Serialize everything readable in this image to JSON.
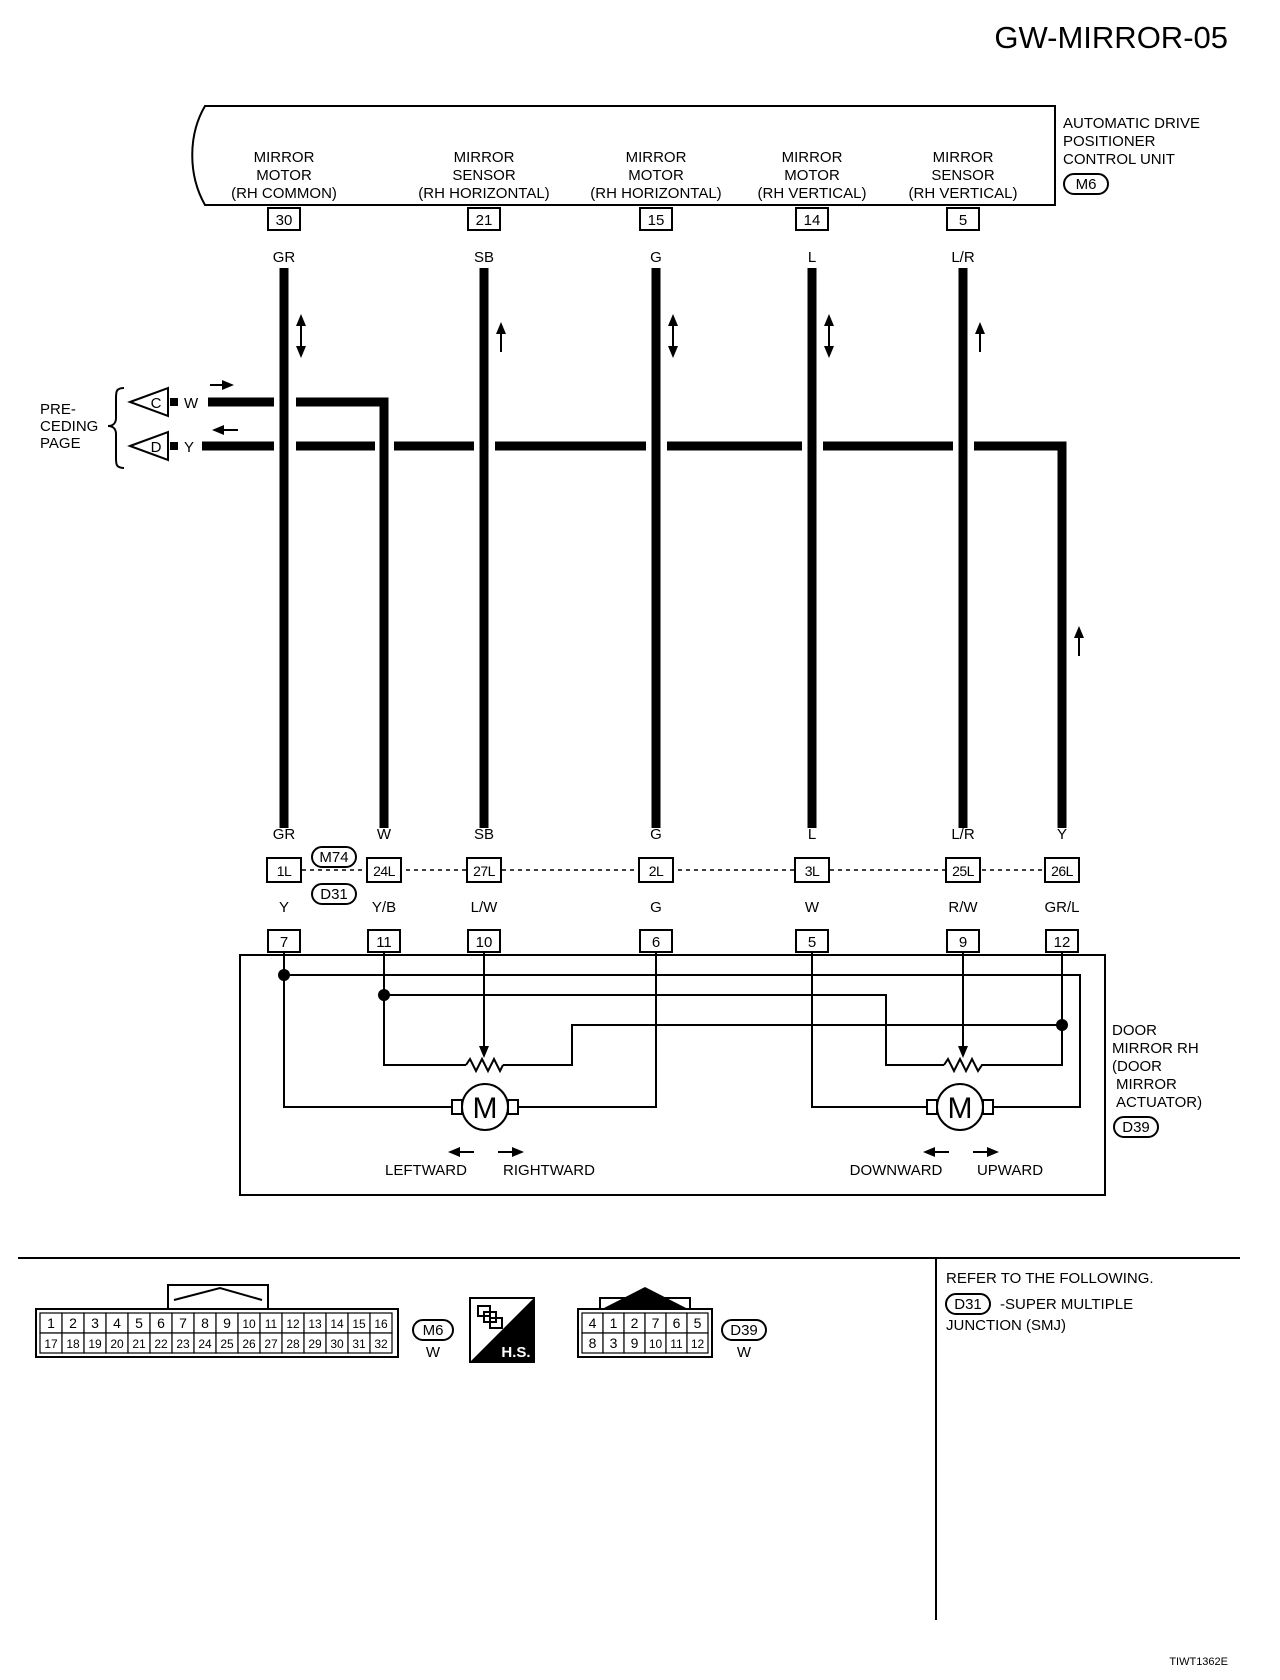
{
  "page_title": "GW-MIRROR-05",
  "unit": {
    "name_lines": [
      "AUTOMATIC DRIVE",
      "POSITIONER",
      "CONTROL UNIT"
    ],
    "connector": "M6"
  },
  "unit_terminals": [
    {
      "pin": "30",
      "color": "GR",
      "label": [
        "MIRROR",
        "MOTOR",
        "(RH COMMON)"
      ],
      "flow": "both"
    },
    {
      "pin": "21",
      "color": "SB",
      "label": [
        "MIRROR",
        "SENSOR",
        "(RH HORIZONTAL)"
      ],
      "flow": "up"
    },
    {
      "pin": "15",
      "color": "G",
      "label": [
        "MIRROR",
        "MOTOR",
        "(RH HORIZONTAL)"
      ],
      "flow": "both"
    },
    {
      "pin": "14",
      "color": "L",
      "label": [
        "MIRROR",
        "MOTOR",
        "(RH VERTICAL)"
      ],
      "flow": "both"
    },
    {
      "pin": "5",
      "color": "L/R",
      "label": [
        "MIRROR",
        "SENSOR",
        "(RH VERTICAL)"
      ],
      "flow": "up"
    }
  ],
  "preceding_page": {
    "label_lines": [
      "PRE-",
      "CEDING",
      "PAGE"
    ],
    "connectors": [
      {
        "letter": "C",
        "color": "W",
        "flow": "right"
      },
      {
        "letter": "D",
        "color": "Y",
        "flow": "left"
      }
    ]
  },
  "junction": {
    "connectors": [
      "M74",
      "D31"
    ],
    "upper_colors": [
      "GR",
      "W",
      "SB",
      "G",
      "L",
      "L/R",
      "Y"
    ],
    "pins": [
      "1L",
      "24L",
      "27L",
      "2L",
      "3L",
      "25L",
      "26L"
    ],
    "lower_colors": [
      "Y",
      "Y/B",
      "L/W",
      "G",
      "W",
      "R/W",
      "GR/L"
    ]
  },
  "mirror_terminals": [
    "7",
    "11",
    "10",
    "6",
    "5",
    "9",
    "12"
  ],
  "mirror": {
    "name_lines": [
      "DOOR",
      "MIRROR RH",
      "(DOOR",
      "MIRROR",
      "ACTUATOR)"
    ],
    "connector": "D39",
    "motor_symbol": "M",
    "left_motor": {
      "left": "LEFTWARD",
      "right": "RIGHTWARD"
    },
    "right_motor": {
      "left": "DOWNWARD",
      "right": "UPWARD"
    }
  },
  "m6_connector": {
    "id": "M6",
    "color": "W",
    "row1": [
      "1",
      "2",
      "3",
      "4",
      "5",
      "6",
      "7",
      "8",
      "9",
      "10",
      "11",
      "12",
      "13",
      "14",
      "15",
      "16"
    ],
    "row2": [
      "17",
      "18",
      "19",
      "20",
      "21",
      "22",
      "23",
      "24",
      "25",
      "26",
      "27",
      "28",
      "29",
      "30",
      "31",
      "32"
    ]
  },
  "hs_label": "H.S.",
  "d39_connector": {
    "id": "D39",
    "color": "W",
    "row1": [
      "4",
      "1",
      "2",
      "7",
      "6",
      "5"
    ],
    "row2": [
      "8",
      "3",
      "9",
      "10",
      "11",
      "12"
    ]
  },
  "refer": {
    "heading": "REFER TO THE FOLLOWING.",
    "item_id": "D31",
    "item_text": "-SUPER MULTIPLE",
    "item_text2": "JUNCTION (SMJ)"
  },
  "figure_code": "TIWT1362E"
}
